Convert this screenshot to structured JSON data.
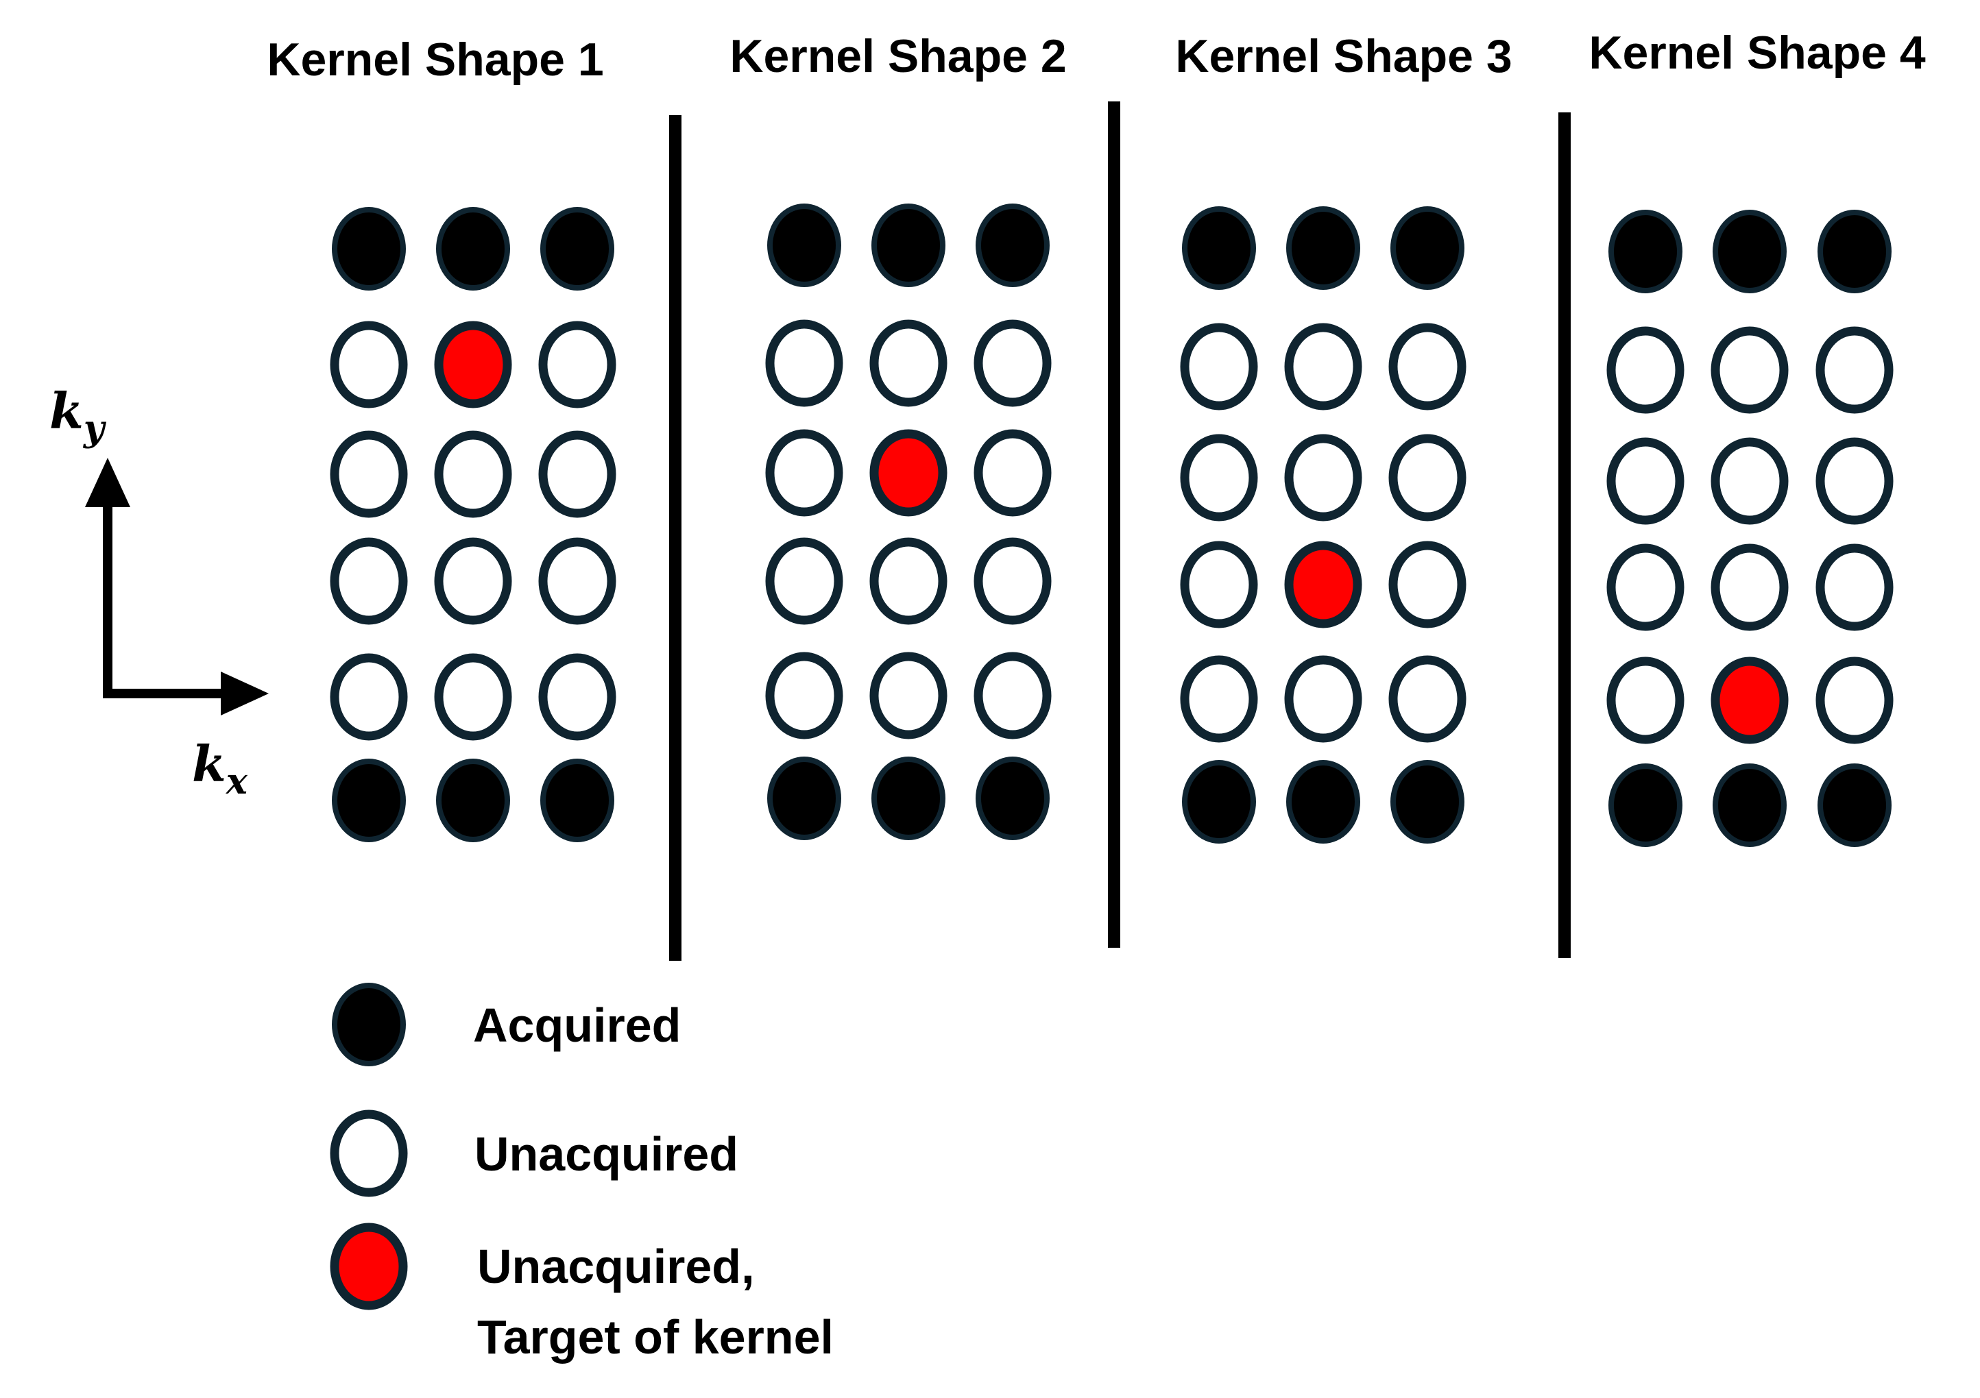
{
  "panels": [
    {
      "title": "Kernel Shape 1",
      "rows": [
        "acquired",
        "unacquired",
        "unacquired",
        "unacquired",
        "unacquired",
        "acquired"
      ],
      "target_row": 1
    },
    {
      "title": "Kernel Shape 2",
      "rows": [
        "acquired",
        "unacquired",
        "unacquired",
        "unacquired",
        "unacquired",
        "acquired"
      ],
      "target_row": 2
    },
    {
      "title": "Kernel Shape 3",
      "rows": [
        "acquired",
        "unacquired",
        "unacquired",
        "unacquired",
        "unacquired",
        "acquired"
      ],
      "target_row": 3
    },
    {
      "title": "Kernel Shape 4",
      "rows": [
        "acquired",
        "unacquired",
        "unacquired",
        "unacquired",
        "unacquired",
        "acquired"
      ],
      "target_row": 4
    }
  ],
  "axes": {
    "y_label": "k",
    "y_sub": "y",
    "x_label": "k",
    "x_sub": "x"
  },
  "legend": {
    "acquired": "Acquired",
    "unacquired": "Unacquired",
    "target_line1": "Unacquired,",
    "target_line2": "Target of kernel"
  },
  "colors": {
    "acquired": "#000000",
    "unacquired": "#ffffff",
    "target": "#ff0000",
    "outline": "#0f2430"
  }
}
